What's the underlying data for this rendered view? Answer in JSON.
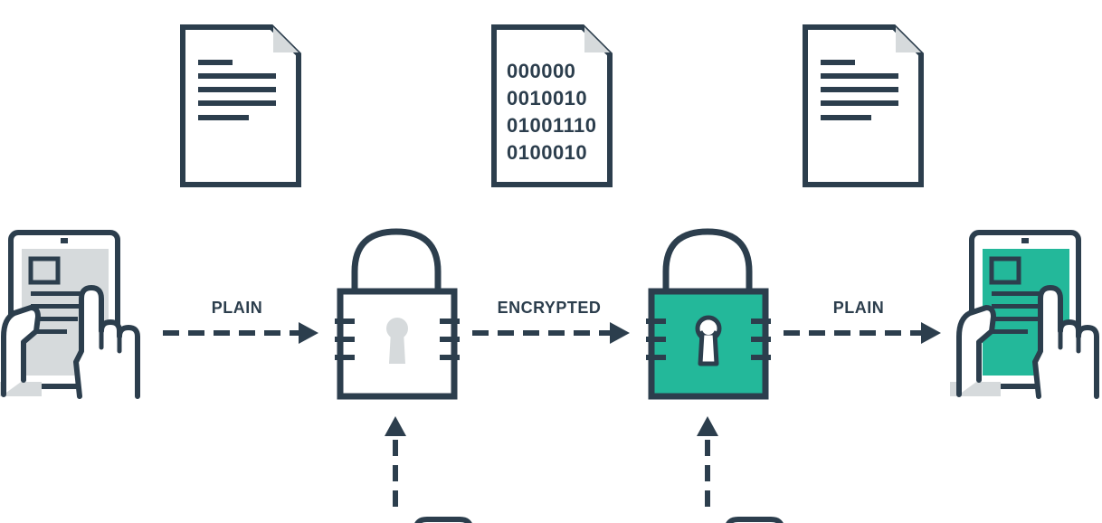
{
  "colors": {
    "stroke": "#2c3e4d",
    "accent": "#23b89a",
    "light_gray": "#d6dadc",
    "background": "#ffffff"
  },
  "documents": [
    {
      "kind": "text-lines",
      "icon": "plain-document-icon"
    },
    {
      "kind": "binary",
      "icon": "binary-document-icon",
      "lines": [
        "000000",
        "0010010",
        "01001110",
        "0100010"
      ]
    },
    {
      "kind": "text-lines",
      "icon": "plain-document-icon"
    }
  ],
  "labels": {
    "plain_left": "PLAIN",
    "encrypted": "ENCRYPTED",
    "plain_right": "PLAIN"
  },
  "icons": {
    "sender_device": "tablet-hand-icon",
    "lock_open_style": "padlock-icon",
    "lock_filled": "padlock-icon",
    "receiver_device": "tablet-hand-icon"
  }
}
